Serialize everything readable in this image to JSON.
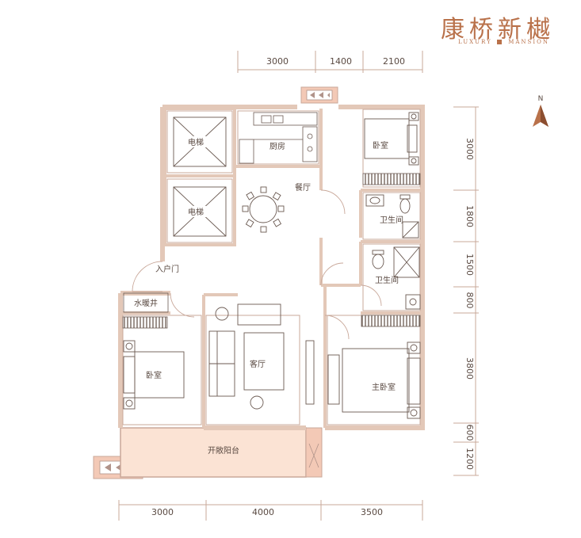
{
  "brand": {
    "name": "康桥新樾",
    "subtitle_left": "LUXURY",
    "subtitle_right": "MANSION"
  },
  "compass": {
    "label": "N"
  },
  "dimensions": {
    "top": [
      "3000",
      "1400",
      "2100"
    ],
    "bottom": [
      "3000",
      "4000",
      "3500"
    ],
    "right": [
      "3000",
      "1800",
      "1500",
      "800",
      "3800",
      "600",
      "1200"
    ]
  },
  "rooms": {
    "elevator_1": "电梯",
    "elevator_2": "电梯",
    "kitchen": "厨房",
    "dining": "餐厅",
    "bedroom_ne": "卧室",
    "bathroom_1": "卫生间",
    "bathroom_2": "卫生间",
    "entrance": "入户门",
    "water_heating": "水暖井",
    "living": "客厅",
    "bedroom_sw": "卧室",
    "master_bedroom": "主卧室",
    "balcony": "开敞阳台"
  },
  "colors": {
    "wall": "#e3c8b8",
    "line": "#c9a89a",
    "text": "#5a4a42",
    "accent": "#b9714a",
    "balcony_fill": "#fbe3d4",
    "ac_fill": "#f3c9b6"
  }
}
